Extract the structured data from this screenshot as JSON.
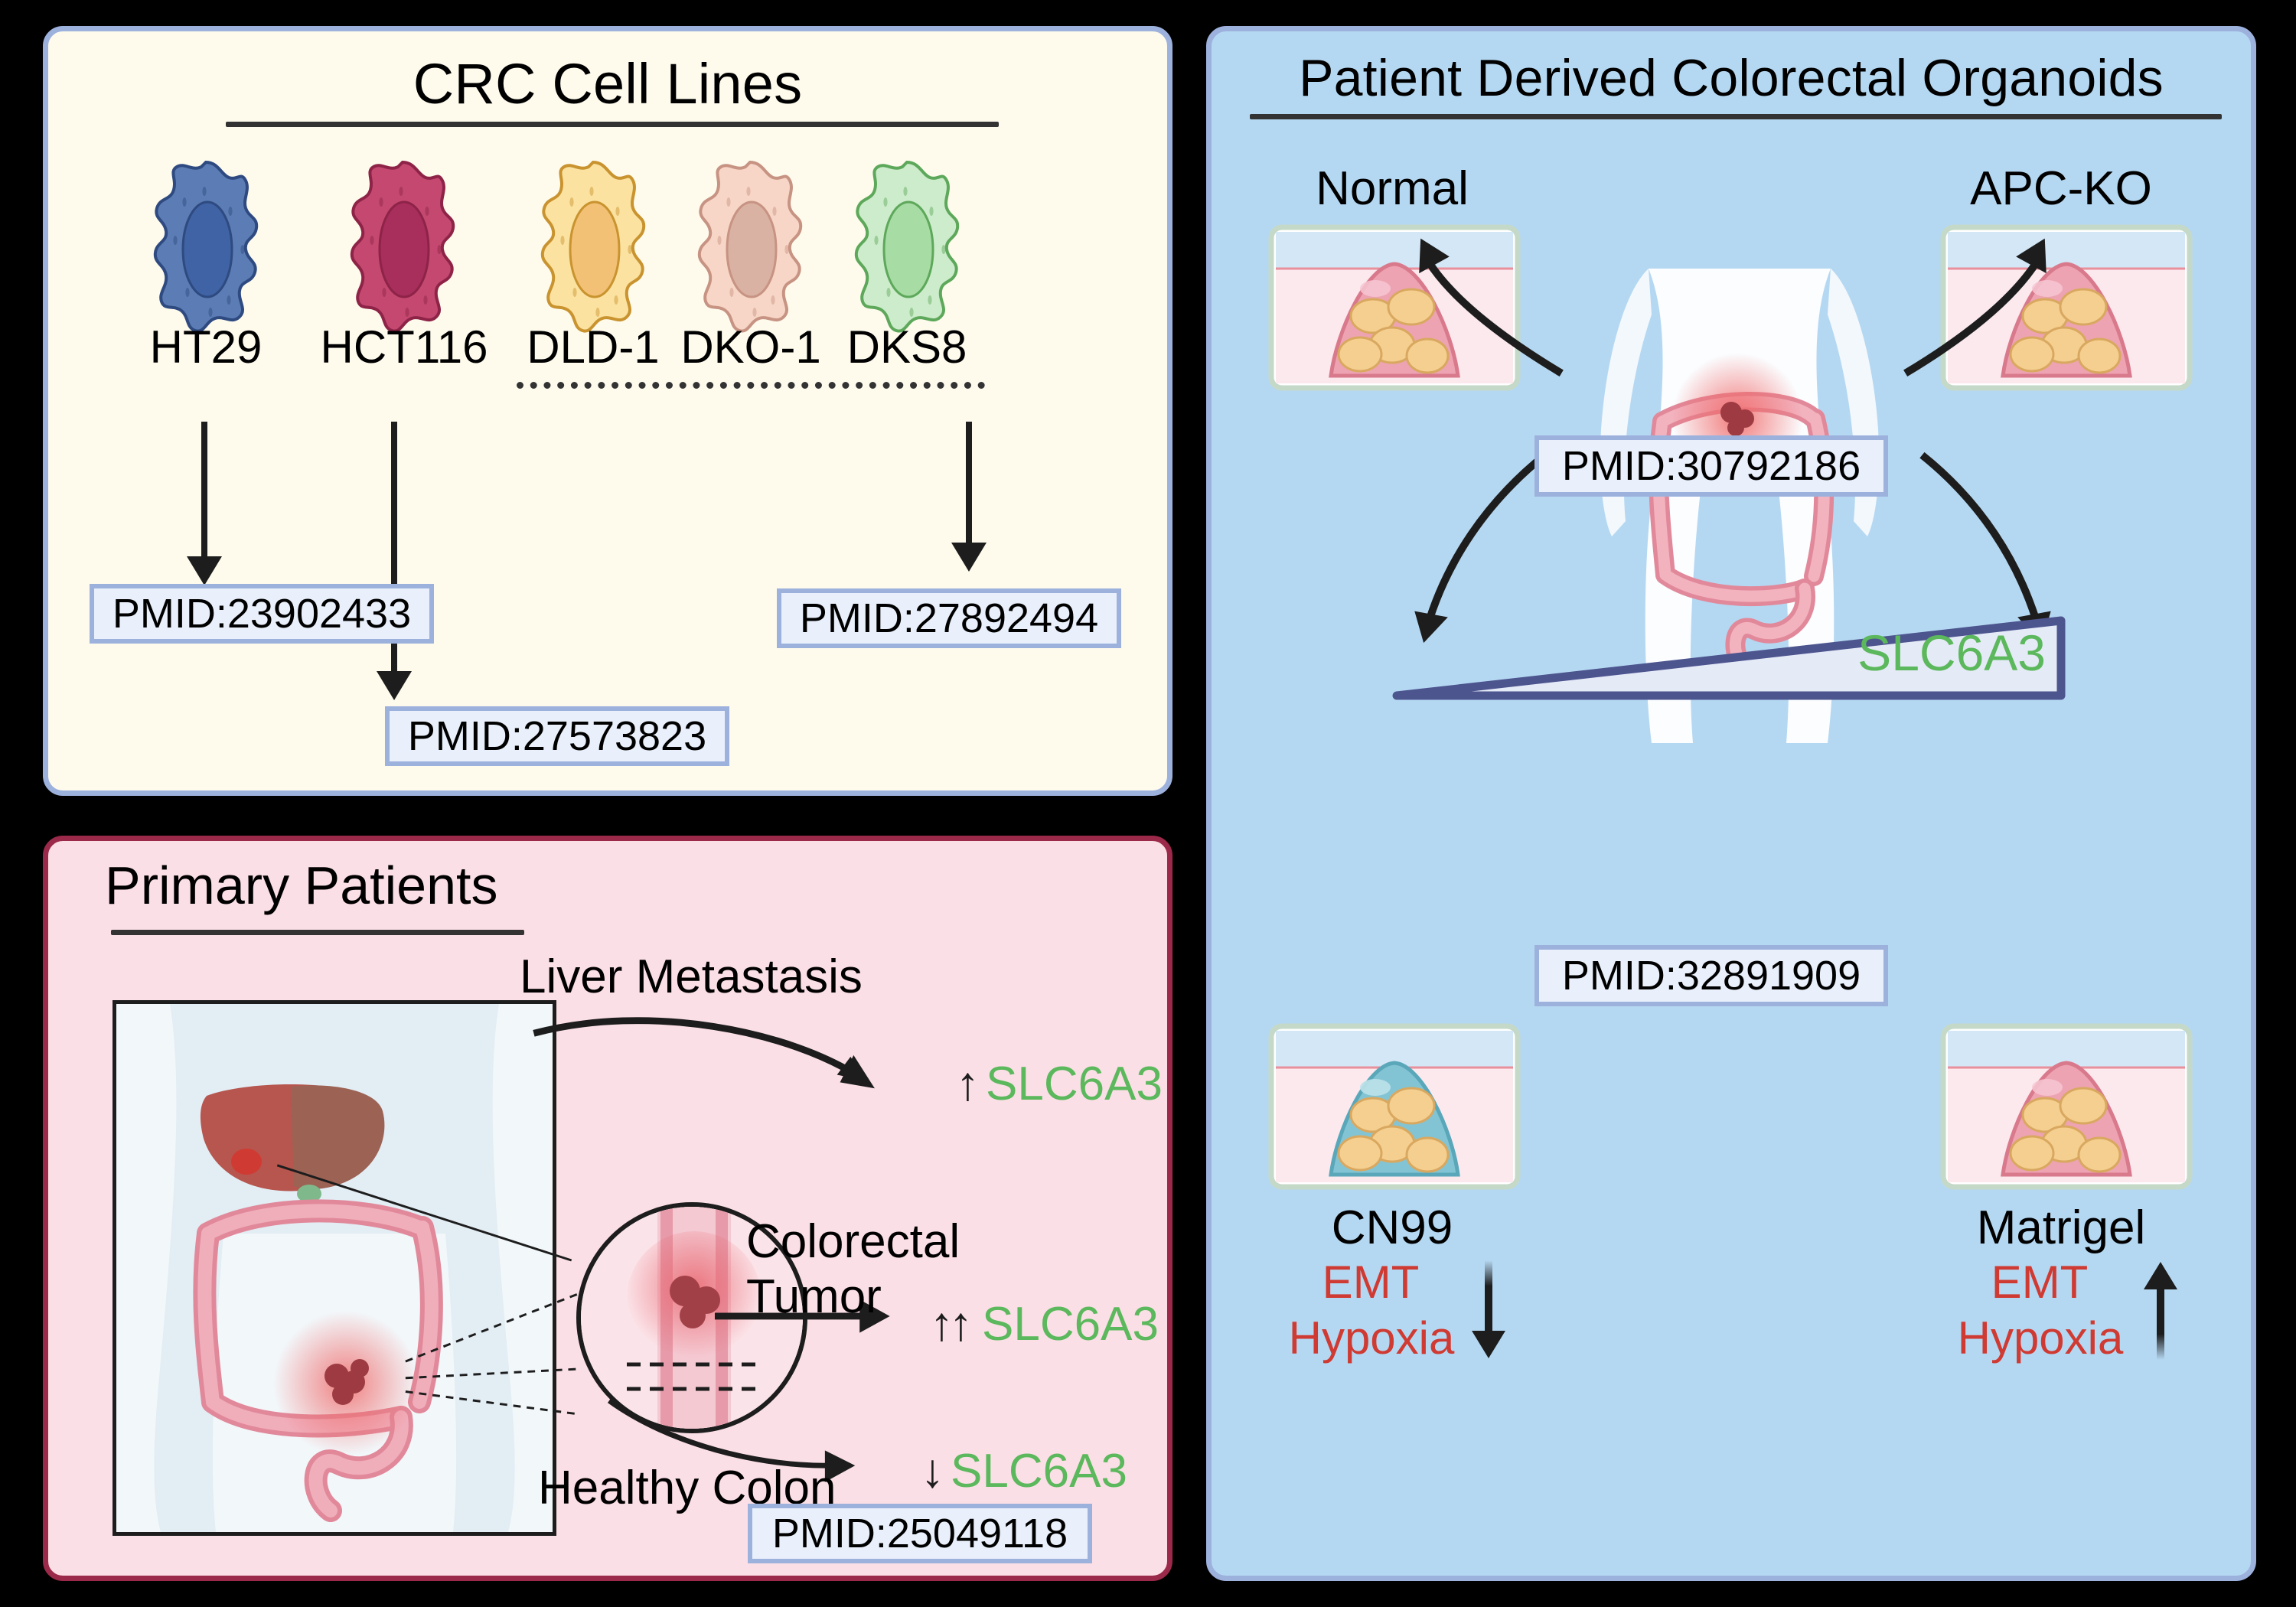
{
  "figure": {
    "panels": [
      "CRC Cell Lines",
      "Primary Patients",
      "Patient Derived Colorectal Organoids"
    ],
    "gene": "SLC6A3",
    "colors": {
      "gene_green": "#5cb85c",
      "alert_red": "#cf3b33",
      "pmid_box_fill": "#e9f0fb",
      "pmid_box_border": "#9db1dd",
      "panel_a_bg": "#fefbed",
      "panel_b_bg": "#fbdfe6",
      "panel_b_border": "#9b2949",
      "panel_c_bg": "#b5d8f2",
      "wedge_border": "#4d558f"
    }
  },
  "panel_a": {
    "title": "CRC Cell Lines",
    "cell_lines": [
      {
        "name": "HT29",
        "fill": "#5b7cb4",
        "nucleus": "#3f63a4",
        "stroke": "#2e4a80"
      },
      {
        "name": "HCT116",
        "fill": "#c4486f",
        "nucleus": "#a82e5c",
        "stroke": "#8e2348"
      },
      {
        "name": "DLD-1",
        "fill": "#fbe2a0",
        "nucleus": "#f3c176",
        "stroke": "#c9932f"
      },
      {
        "name": "DKO-1",
        "fill": "#f7d6c7",
        "nucleus": "#d9b2a4",
        "stroke": "#c79383"
      },
      {
        "name": "DKS8",
        "fill": "#cdeccb",
        "nucleus": "#a8dca5",
        "stroke": "#5da85a"
      }
    ],
    "group_underline_for": [
      "DLD-1",
      "DKO-1",
      "DKS8"
    ],
    "pmids": [
      {
        "id": "PMID:23902433",
        "source": "HT29"
      },
      {
        "id": "PMID:27573823",
        "source": "HCT116"
      },
      {
        "id": "PMID:27892494",
        "source": "DLD-1 / DKO-1 / DKS8"
      }
    ]
  },
  "panel_b": {
    "title": "Primary Patients",
    "annotations": [
      {
        "site": "Liver Metastasis",
        "direction": "up",
        "arrows": "↑",
        "gene": "SLC6A3"
      },
      {
        "site": "Colorectal Tumor",
        "direction": "up-strong",
        "arrows": "↑↑",
        "gene": "SLC6A3"
      },
      {
        "site": "Healthy Colon",
        "direction": "down",
        "arrows": "↓",
        "gene": "SLC6A3"
      }
    ],
    "pmid": "PMID:25049118"
  },
  "panel_c": {
    "title": "Patient Derived Colorectal Organoids",
    "top_wells": [
      {
        "label": "Normal",
        "gel": "pink"
      },
      {
        "label": "APC-KO",
        "gel": "pink"
      }
    ],
    "bottom_wells": [
      {
        "label": "CN99",
        "gel": "blue",
        "conditions": [
          {
            "name": "EMT",
            "direction": "down"
          },
          {
            "name": "Hypoxia",
            "direction": "down"
          }
        ]
      },
      {
        "label": "Matrigel",
        "gel": "pink",
        "conditions": [
          {
            "name": "EMT",
            "direction": "up"
          },
          {
            "name": "Hypoxia",
            "direction": "up"
          }
        ]
      }
    ],
    "condition_arrow_down": "↓",
    "condition_arrow_up": "↑",
    "pmids": [
      {
        "id": "PMID:30792186",
        "position": "upper"
      },
      {
        "id": "PMID:32891909",
        "position": "lower"
      }
    ],
    "gradient_label": "SLC6A3"
  }
}
